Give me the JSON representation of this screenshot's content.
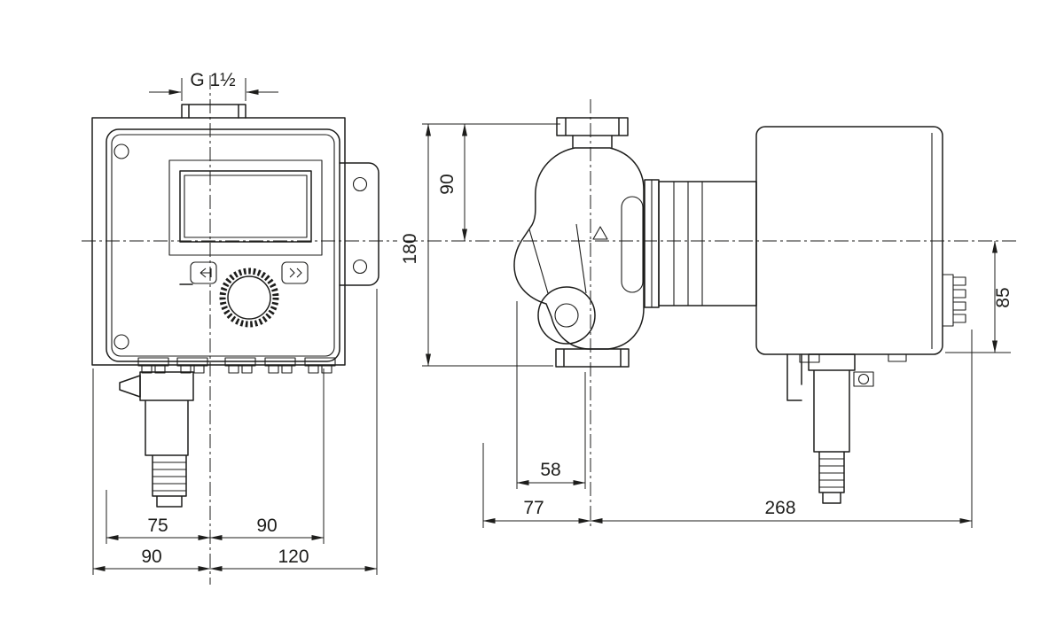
{
  "colors": {
    "line": "#1d1d1b",
    "background": "#ffffff"
  },
  "drawing": {
    "dimensions": {
      "pipe_thread": "G 1½",
      "front_axis_to_left": "75",
      "front_axis_to_right": "90",
      "front_total_left": "90",
      "front_total_right": "120",
      "overall_height": "180",
      "height_above_axis": "90",
      "module_height_below_axis": "85",
      "housing_offset": "58",
      "length_left_of_axis": "77",
      "length_right_of_axis": "268"
    }
  }
}
